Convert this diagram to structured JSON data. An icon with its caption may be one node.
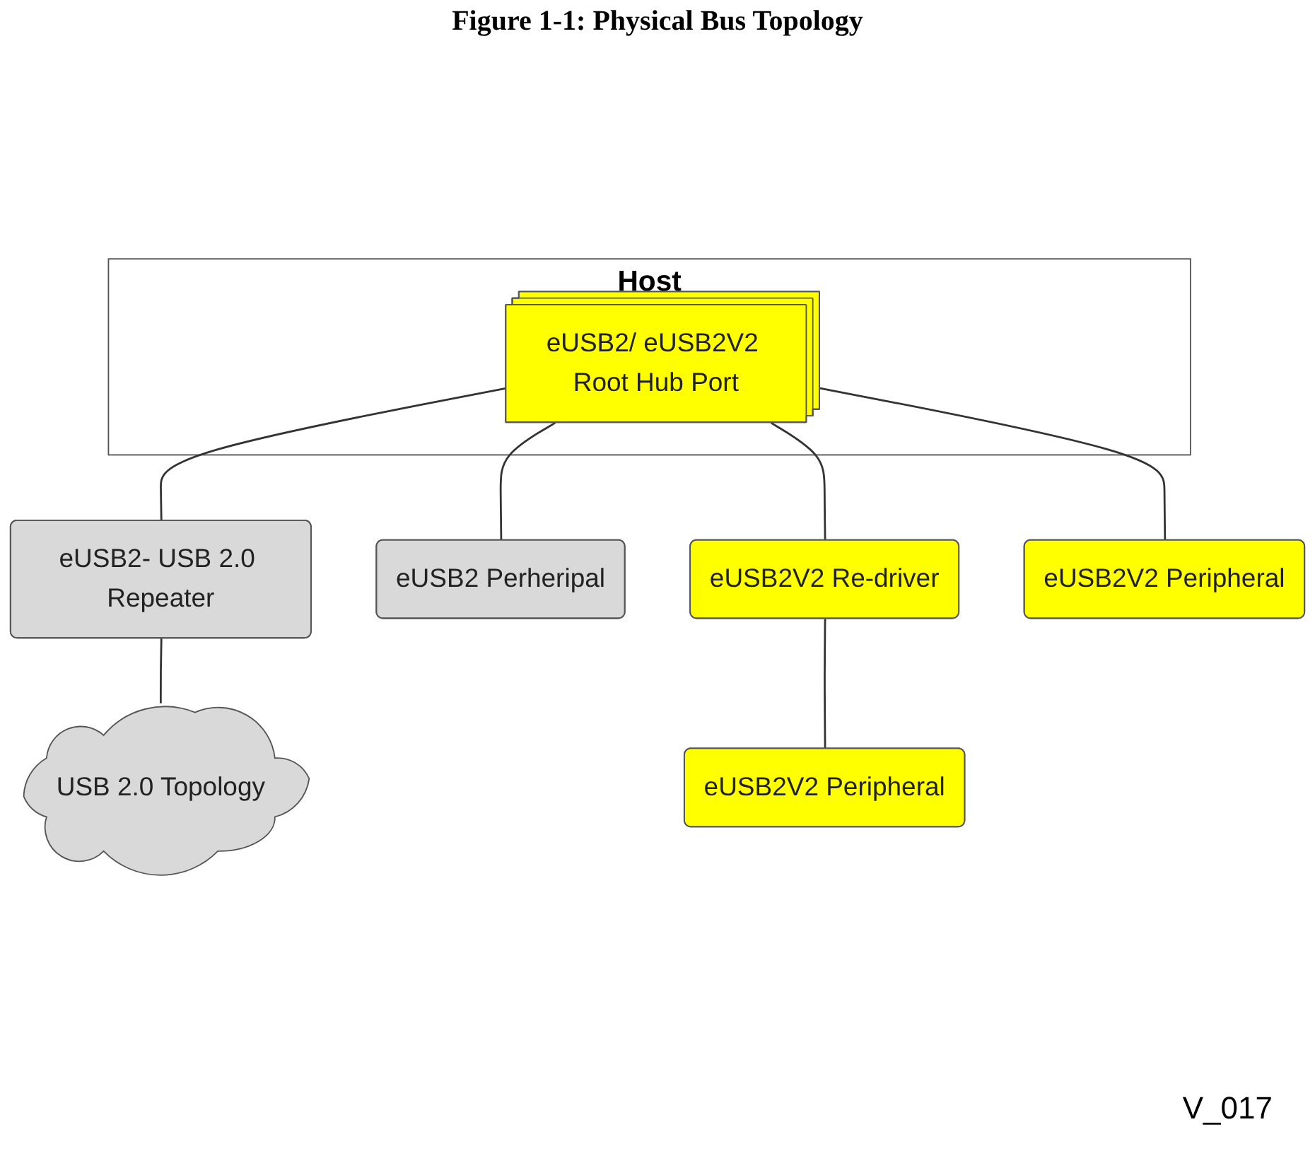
{
  "diagram": {
    "title": "Figure 1-1: Physical Bus Topology",
    "nodes": [
      {
        "text": [
          "Host"
        ]
      },
      {
        "text": [
          "eUSB2/ eUSB2V2 Root Hub Port"
        ],
        "in": 0
      },
      {
        "text": [
          "eUSB2- USB 2.0 Repeater"
        ]
      },
      {
        "text": [
          "eUSB2 Perheripal"
        ]
      },
      {
        "text": [
          "eUSB2V2 Re-driver"
        ]
      },
      {
        "text": [
          "eUSB2V2 Peripheral"
        ]
      },
      {
        "text": [
          "USB 2.0 Topology"
        ]
      },
      {
        "text": [
          "eUSB2V2 Peripheral"
        ]
      }
    ],
    "edges": [
      {
        "from": 1,
        "to": 2,
        "arrow": "none"
      },
      {
        "from": 1,
        "to": 3,
        "arrow": "none"
      },
      {
        "from": 1,
        "to": 4,
        "arrow": "none"
      },
      {
        "from": 1,
        "to": 5,
        "arrow": "none"
      },
      {
        "from": 2,
        "to": 6,
        "arrow": "none"
      },
      {
        "from": 4,
        "to": 7,
        "arrow": "none"
      }
    ],
    "labels": [
      "V_017"
    ]
  }
}
